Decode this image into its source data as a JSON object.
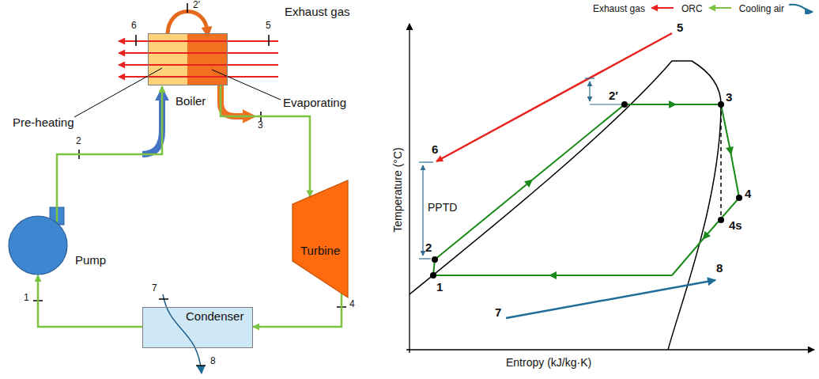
{
  "diagram": {
    "nodes": [
      {
        "text": [
          "Boiler"
        ]
      },
      {
        "text": [
          "Pump"
        ]
      },
      {
        "text": [
          "Turbine"
        ]
      },
      {
        "text": [
          "Condenser"
        ]
      }
    ],
    "edges": [
      {
        "from": 1,
        "to": 0,
        "arrow": "to"
      },
      {
        "from": 0,
        "to": 2,
        "arrow": "to"
      },
      {
        "from": 2,
        "to": 3,
        "arrow": "to"
      },
      {
        "from": 3,
        "to": 1,
        "arrow": "to"
      }
    ],
    "labels": [
      "Exhaust gas",
      "Pre-heating",
      "Evaporating",
      "2′",
      "6",
      "5",
      "2",
      "3",
      "4",
      "1",
      "7",
      "8",
      "Temperature (°C)",
      "Entropy (kJ/kg·K)",
      "5",
      "2′",
      "3",
      "6",
      "PPTD",
      "2",
      "1",
      "4",
      "4s",
      "8",
      "7"
    ],
    "legend": [
      {
        "text": "Exhaust gas"
      },
      {
        "text": "ORC"
      },
      {
        "text": "Cooling air"
      }
    ]
  }
}
